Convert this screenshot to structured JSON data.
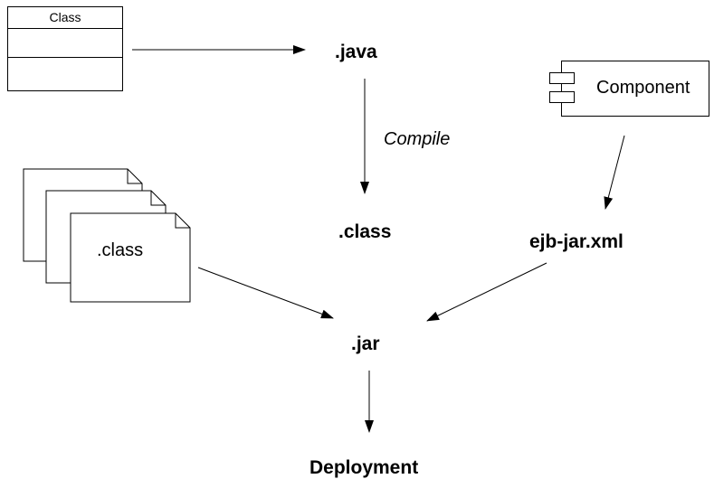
{
  "class_box": {
    "name": "Class"
  },
  "component": {
    "name": "Component"
  },
  "class_files_stack": {
    "label": ".class"
  },
  "nodes": {
    "java": ".java",
    "compile": "Compile",
    "class": ".class",
    "ejb_jar_xml": "ejb-jar.xml",
    "jar": ".jar",
    "deployment": "Deployment"
  }
}
